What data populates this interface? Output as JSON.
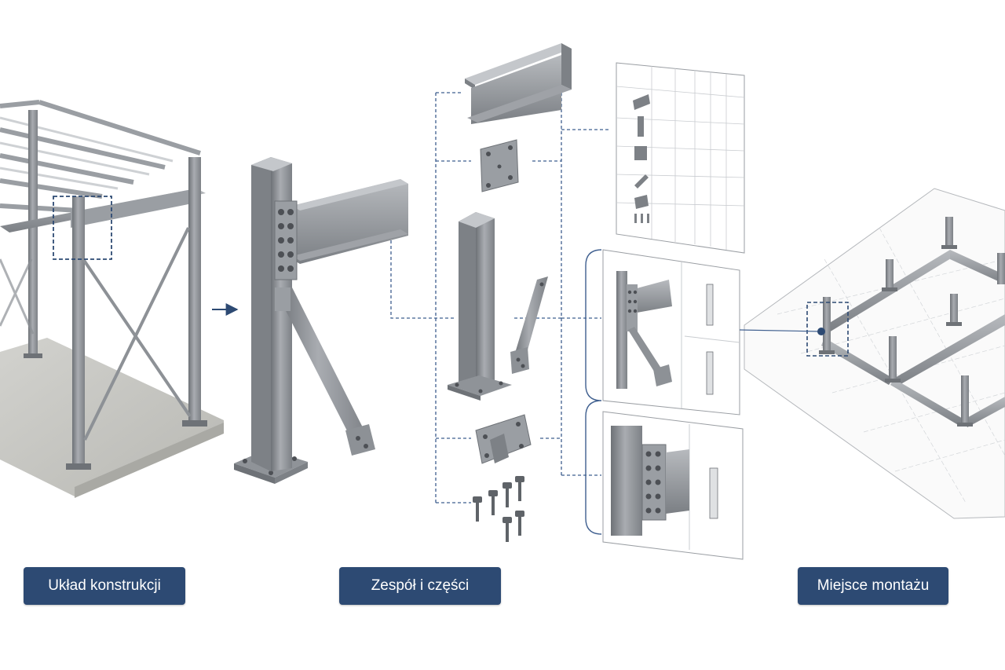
{
  "labels": {
    "layout": "Układ konstrukcji",
    "assembly": "Zespół i części",
    "site": "Miejsce montażu"
  },
  "colors": {
    "accent": "#2d4a73",
    "link_line": "#3f5f8f",
    "steel_light": "#b9bcc0",
    "steel_mid": "#8d9196",
    "steel_dark": "#5f6368",
    "concrete": "#c8c8c4"
  },
  "icons": [
    "arrow-right-icon",
    "bolt-icon",
    "base-plate-icon",
    "i-beam-icon"
  ]
}
